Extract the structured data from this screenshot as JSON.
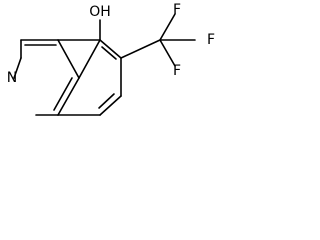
{
  "molecule": {
    "atoms": {
      "hydroxyl": "OH",
      "nitrogen": "N",
      "fluorine_top": "F",
      "fluorine_right": "F",
      "fluorine_bottom": "F"
    }
  }
}
